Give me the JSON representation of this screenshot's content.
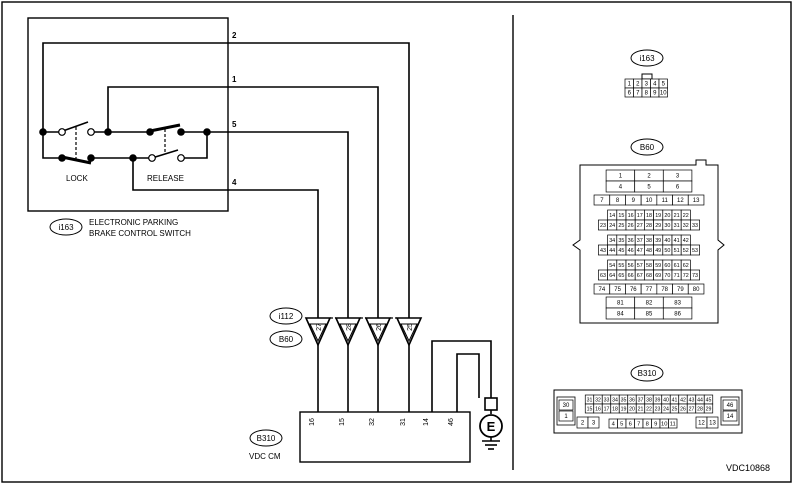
{
  "wires": {
    "w2": "2",
    "w1": "1",
    "w5": "5",
    "w4": "4"
  },
  "switch": {
    "lock": "LOCK",
    "release": "RELEASE",
    "connector": "i163",
    "name_line1": "ELECTRONIC PARKING",
    "name_line2": "BRAKE CONTROL SWITCH"
  },
  "joint": {
    "c1": "i112",
    "c2": "B60",
    "pins": [
      "27",
      "28",
      "26",
      "25"
    ]
  },
  "vdc": {
    "connector": "B310",
    "name": "VDC CM",
    "pins": [
      "16",
      "15",
      "32",
      "31",
      "14",
      "46"
    ]
  },
  "ground": {
    "symbol": "E"
  },
  "connectors": {
    "i163": {
      "label": "i163",
      "rows": [
        [
          "1",
          "2",
          "3",
          "4",
          "5"
        ],
        [
          "6",
          "7",
          "8",
          "9",
          "10"
        ]
      ]
    },
    "b60": {
      "label": "B60",
      "rows": [
        [
          "1",
          "2",
          "3"
        ],
        [
          "4",
          "5",
          "6"
        ],
        [
          "7",
          "8",
          "9",
          "10",
          "11",
          "12",
          "13"
        ],
        [
          "14",
          "15",
          "16",
          "17",
          "18",
          "19",
          "20",
          "21",
          "22"
        ],
        [
          "23",
          "24",
          "25",
          "26",
          "27",
          "28",
          "29",
          "30",
          "31",
          "32",
          "33"
        ],
        [
          "34",
          "35",
          "36",
          "37",
          "38",
          "39",
          "40",
          "41",
          "42"
        ],
        [
          "43",
          "44",
          "45",
          "46",
          "47",
          "48",
          "49",
          "50",
          "51",
          "52",
          "53"
        ],
        [
          "54",
          "55",
          "56",
          "57",
          "58",
          "59",
          "60",
          "61",
          "62"
        ],
        [
          "63",
          "64",
          "65",
          "66",
          "67",
          "68",
          "69",
          "70",
          "71",
          "72",
          "73"
        ],
        [
          "74",
          "75",
          "76",
          "77",
          "78",
          "79",
          "80"
        ],
        [
          "81",
          "82",
          "83"
        ],
        [
          "84",
          "85",
          "86"
        ]
      ]
    },
    "b310": {
      "label": "B310",
      "left": [
        "30",
        "1"
      ],
      "right": [
        "46",
        "14"
      ],
      "top": [
        "31",
        "32",
        "33",
        "34",
        "35",
        "36",
        "37",
        "38",
        "39",
        "40",
        "41",
        "42",
        "43",
        "44",
        "45"
      ],
      "mid": [
        "15",
        "16",
        "17",
        "18",
        "19",
        "20",
        "21",
        "22",
        "23",
        "24",
        "25",
        "26",
        "27",
        "28",
        "29"
      ],
      "bot_left": [
        "2",
        "3"
      ],
      "bot_mid": [
        "4",
        "5",
        "6",
        "7",
        "8",
        "9",
        "10",
        "11"
      ],
      "bot_right": [
        "12",
        "13"
      ]
    }
  },
  "figure_id": "VDC10868"
}
